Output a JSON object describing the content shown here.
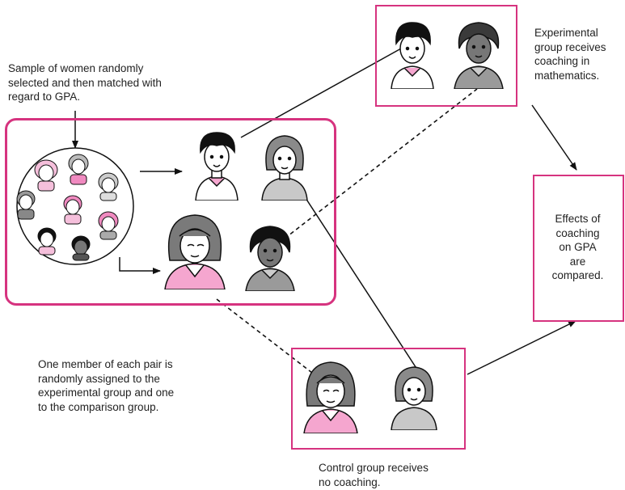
{
  "labels": {
    "sample": "Sample of women randomly\nselected and then matched with\nregard to GPA.",
    "experimental": "Experimental\ngroup receives\ncoaching in\nmathematics.",
    "effects": "Effects of\ncoaching\non GPA\nare\ncompared.",
    "assignment": "One member of each pair is\nrandomly assigned to the\nexperimental group and one\nto the comparison group.",
    "control": "Control group receives\nno coaching."
  },
  "colors": {
    "accent": "#d6337f",
    "skin_light": "#ffffff",
    "shirt_pink": "#f5a6cf",
    "shirt_gray": "#c8c8c8",
    "hair_black": "#111111",
    "hair_gray": "#8a8a8a",
    "skin_dark": "#777777"
  }
}
